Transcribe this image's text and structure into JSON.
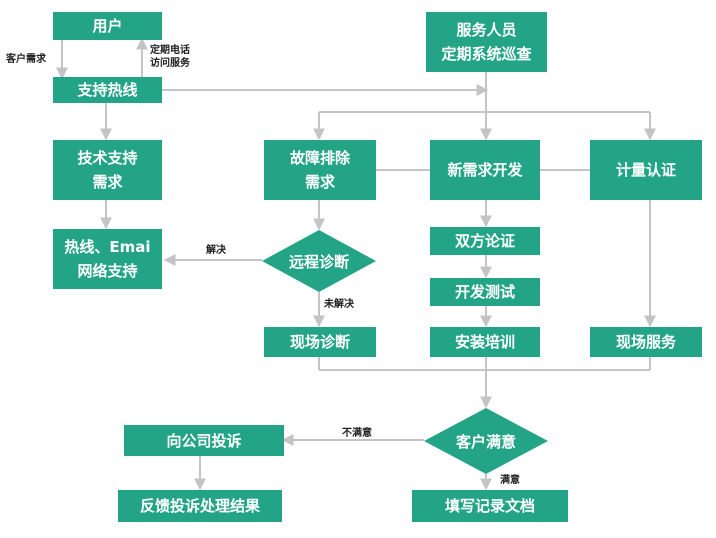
{
  "colors": {
    "node_fill": "#23a487",
    "connector": "#c4c4c4",
    "node_text": "#ffffff",
    "label_text": "#222222"
  },
  "nodes": {
    "user": "用户",
    "hotline": "支持热线",
    "tech_support_request": "技术支持\n需求",
    "hotline_email": "热线、Emai\n网络支持",
    "staff_check": "服务人员\n定期系统巡查",
    "fault_request": "故障排除\n需求",
    "new_requirement": "新需求开发",
    "metrology": "计量认证",
    "remote_diagnosis": "远程诊断",
    "bilateral_review": "双方论证",
    "dev_test": "开发测试",
    "onsite_diagnosis": "现场诊断",
    "install_training": "安装培训",
    "onsite_service": "现场服务",
    "customer_satisfied": "客户满意",
    "complain_company": "向公司投诉",
    "complaint_result": "反馈投诉处理结果",
    "fill_record": "填写记录文档"
  },
  "labels": {
    "customer_demand": "客户需求",
    "regular_call": "定期电话\n访问服务",
    "resolved": "解决",
    "unresolved": "未解决",
    "not_satisfied": "不满意",
    "satisfied": "满意"
  }
}
